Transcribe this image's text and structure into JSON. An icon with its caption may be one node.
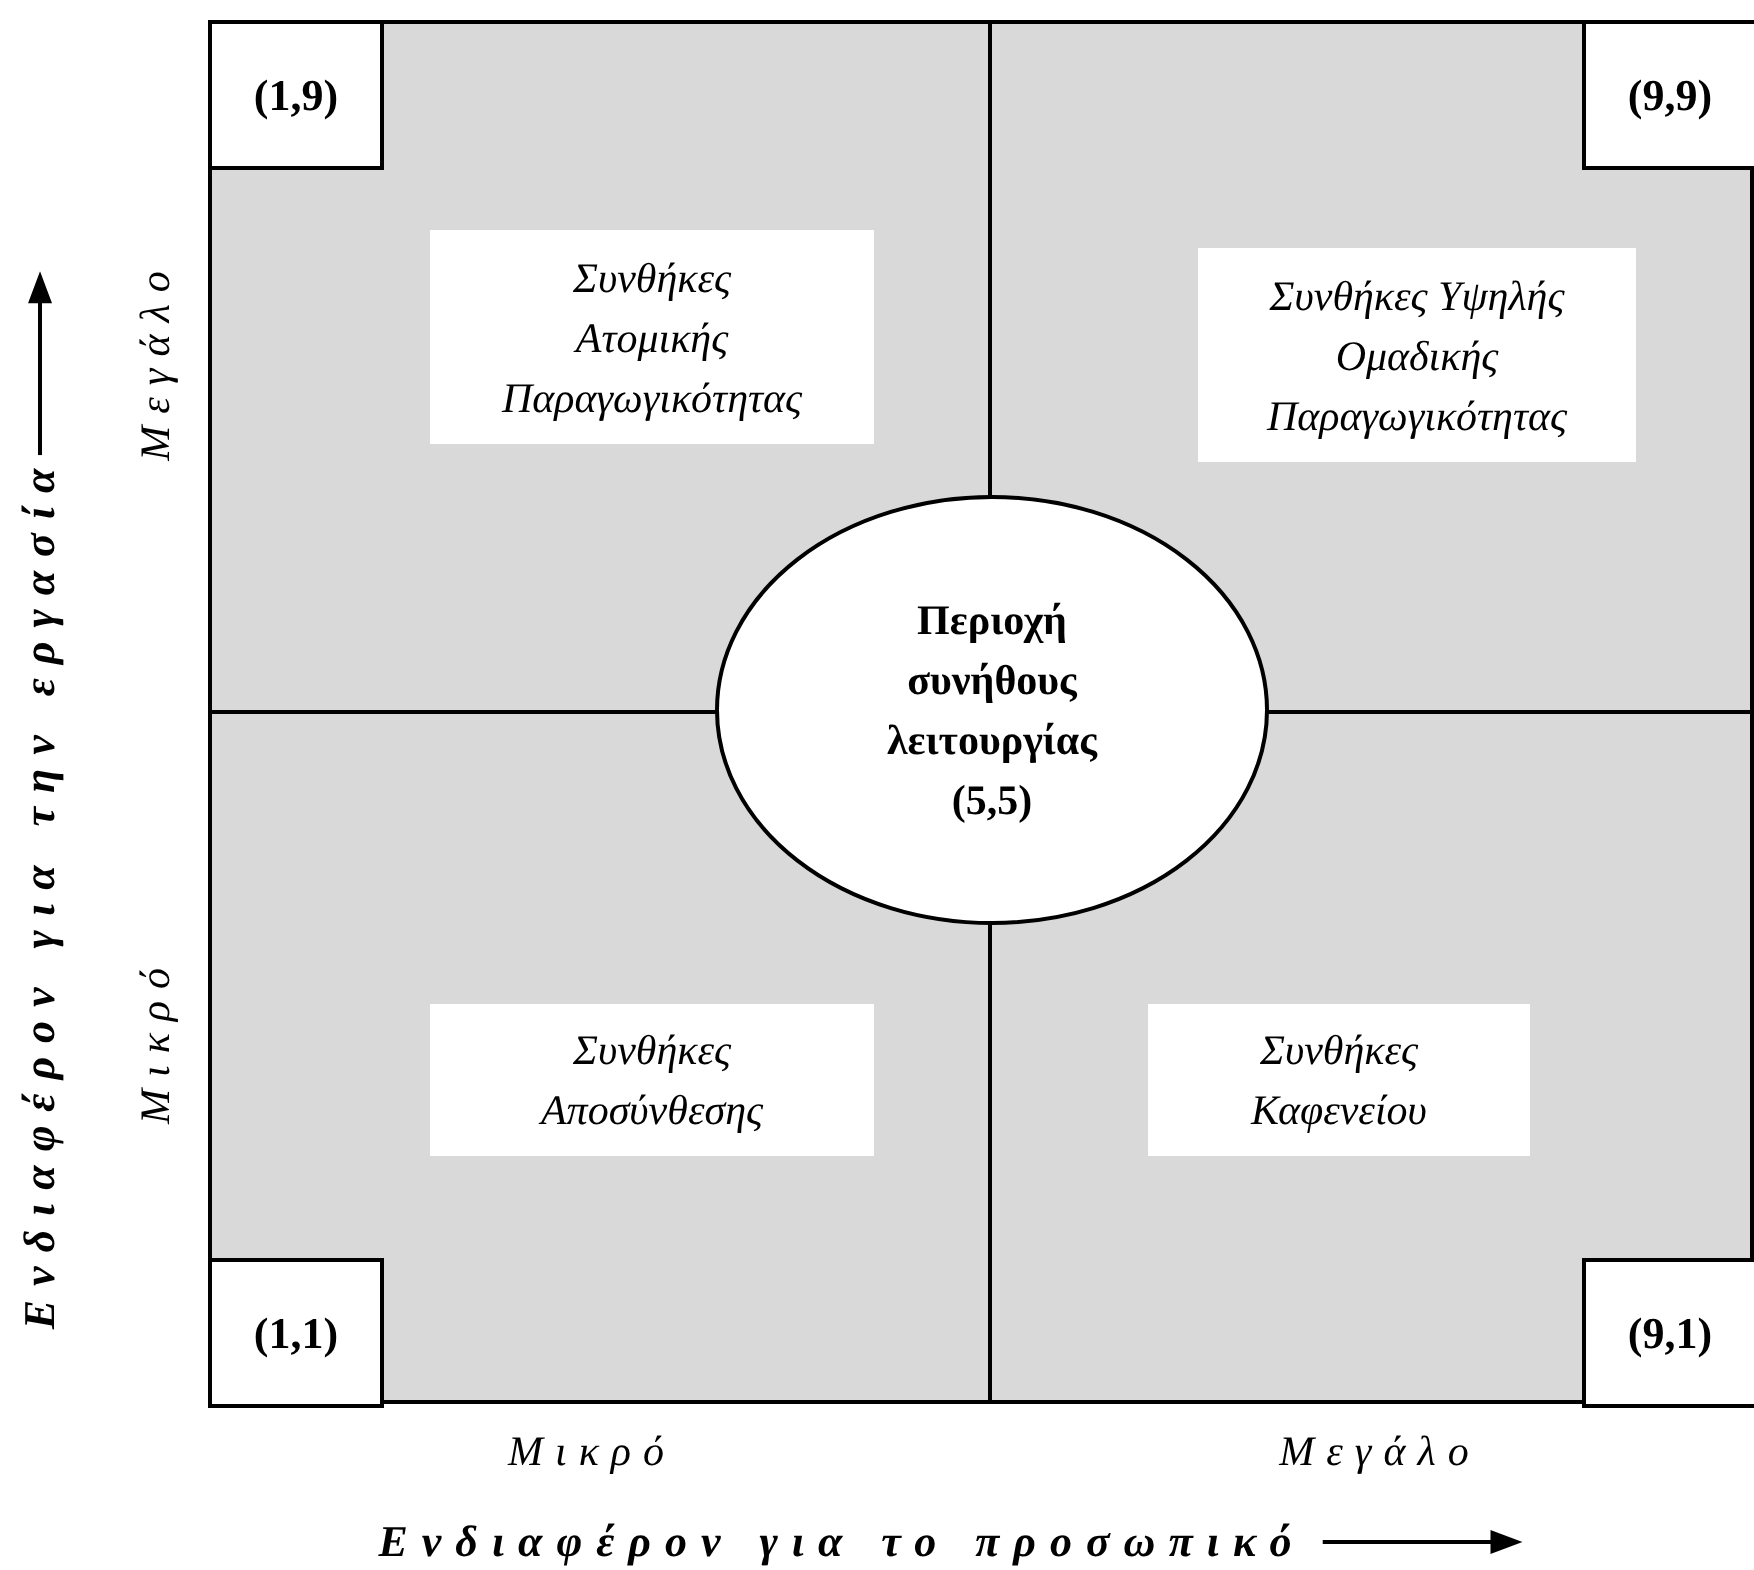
{
  "diagram": {
    "nodes": [
      {
        "text": [],
        "shape": "box"
      },
      {
        "text": [
          "(1,9)"
        ],
        "in": 0
      },
      {
        "text": [
          "(9,9)"
        ],
        "in": 0
      },
      {
        "text": [
          "Συνθήκες Ατομικής Παραγωγικότητας"
        ],
        "in": 0
      },
      {
        "text": [
          "Συνθήκες Υψηλής Ομαδικής Παραγωγικότητας"
        ],
        "in": 0
      },
      {
        "text": [
          "Περιοχή συνήθους λειτουργίας",
          "(5,5)"
        ],
        "in": 0
      },
      {
        "text": [
          "Συνθήκες Αποσύνθεσης"
        ],
        "in": 0
      },
      {
        "text": [
          "Συνθήκες Καφενείου"
        ],
        "in": 0
      },
      {
        "text": [
          "(1,1)"
        ],
        "in": 0
      },
      {
        "text": [
          "(9,1)"
        ],
        "in": 0
      }
    ],
    "labels": [
      "Ενδιαφέρον για την εργασία",
      "Μεγάλο",
      "Μικρό",
      "Μικρό",
      "Μεγάλο",
      "Ενδιαφέρον για το προσωπικό"
    ]
  }
}
